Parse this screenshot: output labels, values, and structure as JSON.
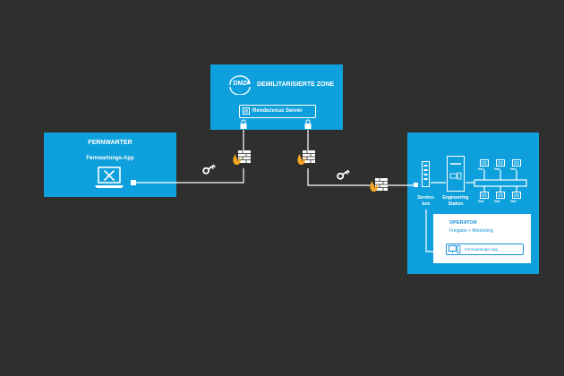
{
  "dmz": {
    "badge": "DMZ",
    "title": "DEMILITARISIERTE ZONE",
    "server_label": "Rendezvous Server"
  },
  "fernwarter": {
    "title": "FERNWARTER",
    "app_label": "Fernwartungs-App"
  },
  "plant": {
    "servicebox_label_1": "Service-",
    "servicebox_label_2": "box",
    "engineering_label_1": "Engineering",
    "engineering_label_2": "Station",
    "device_label": "Hmi",
    "operator": {
      "title": "OPERATOR",
      "subtitle": "Freigabe + Monitoring",
      "app_label": "Fernwartungs-App"
    }
  },
  "colors": {
    "background": "#2f302d",
    "box": "#0ea0dc",
    "line": "#ffffff",
    "flame": "#f5a623"
  },
  "icons": [
    "laptop-icon",
    "tools-icon",
    "key-icon",
    "firewall-icon",
    "flame-icon",
    "lock-icon",
    "server-icon",
    "servicebox-icon",
    "engineering-station-icon",
    "hmi-icon",
    "monitor-icon"
  ]
}
